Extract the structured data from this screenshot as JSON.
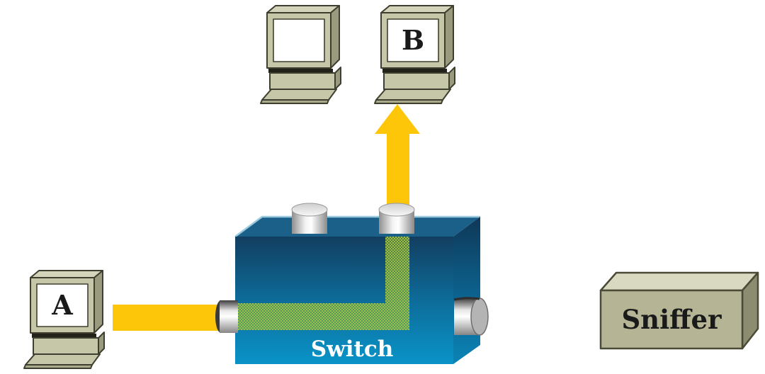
{
  "diagram": {
    "kind": "network-topology",
    "nodes": {
      "pc_top_left": {
        "type": "workstation",
        "label": ""
      },
      "pc_b": {
        "type": "workstation",
        "label": "B"
      },
      "pc_a": {
        "type": "workstation",
        "label": "A"
      },
      "switch": {
        "type": "switch",
        "label": "Switch"
      },
      "sniffer": {
        "type": "device-box",
        "label": "Sniffer"
      }
    },
    "links": [
      {
        "from": "pc_a",
        "to": "switch",
        "appearance": "solid-yellow-bar"
      },
      {
        "within": "switch",
        "appearance": "green-dithered-L-path"
      },
      {
        "from": "switch",
        "to": "pc_b",
        "appearance": "yellow-arrow-up"
      }
    ],
    "colors": {
      "background": "#ffffff",
      "flow_yellow": "#fdc608",
      "switch_front_top": "#123e60",
      "switch_front_bottom": "#0a93c8",
      "switch_top_face": "#1a6089",
      "path_green": "#a4c433",
      "device_beige": "#c6c6a8",
      "device_beige_dark": "#9a9a7e",
      "device_beige_light": "#d4d4ba",
      "outline_dark": "#3f3f2f",
      "port_silver_light": "#ffffff",
      "port_silver_dark": "#8c8c8c",
      "label_black": "#1a1a1a",
      "switch_label_white": "#ffffff"
    }
  }
}
